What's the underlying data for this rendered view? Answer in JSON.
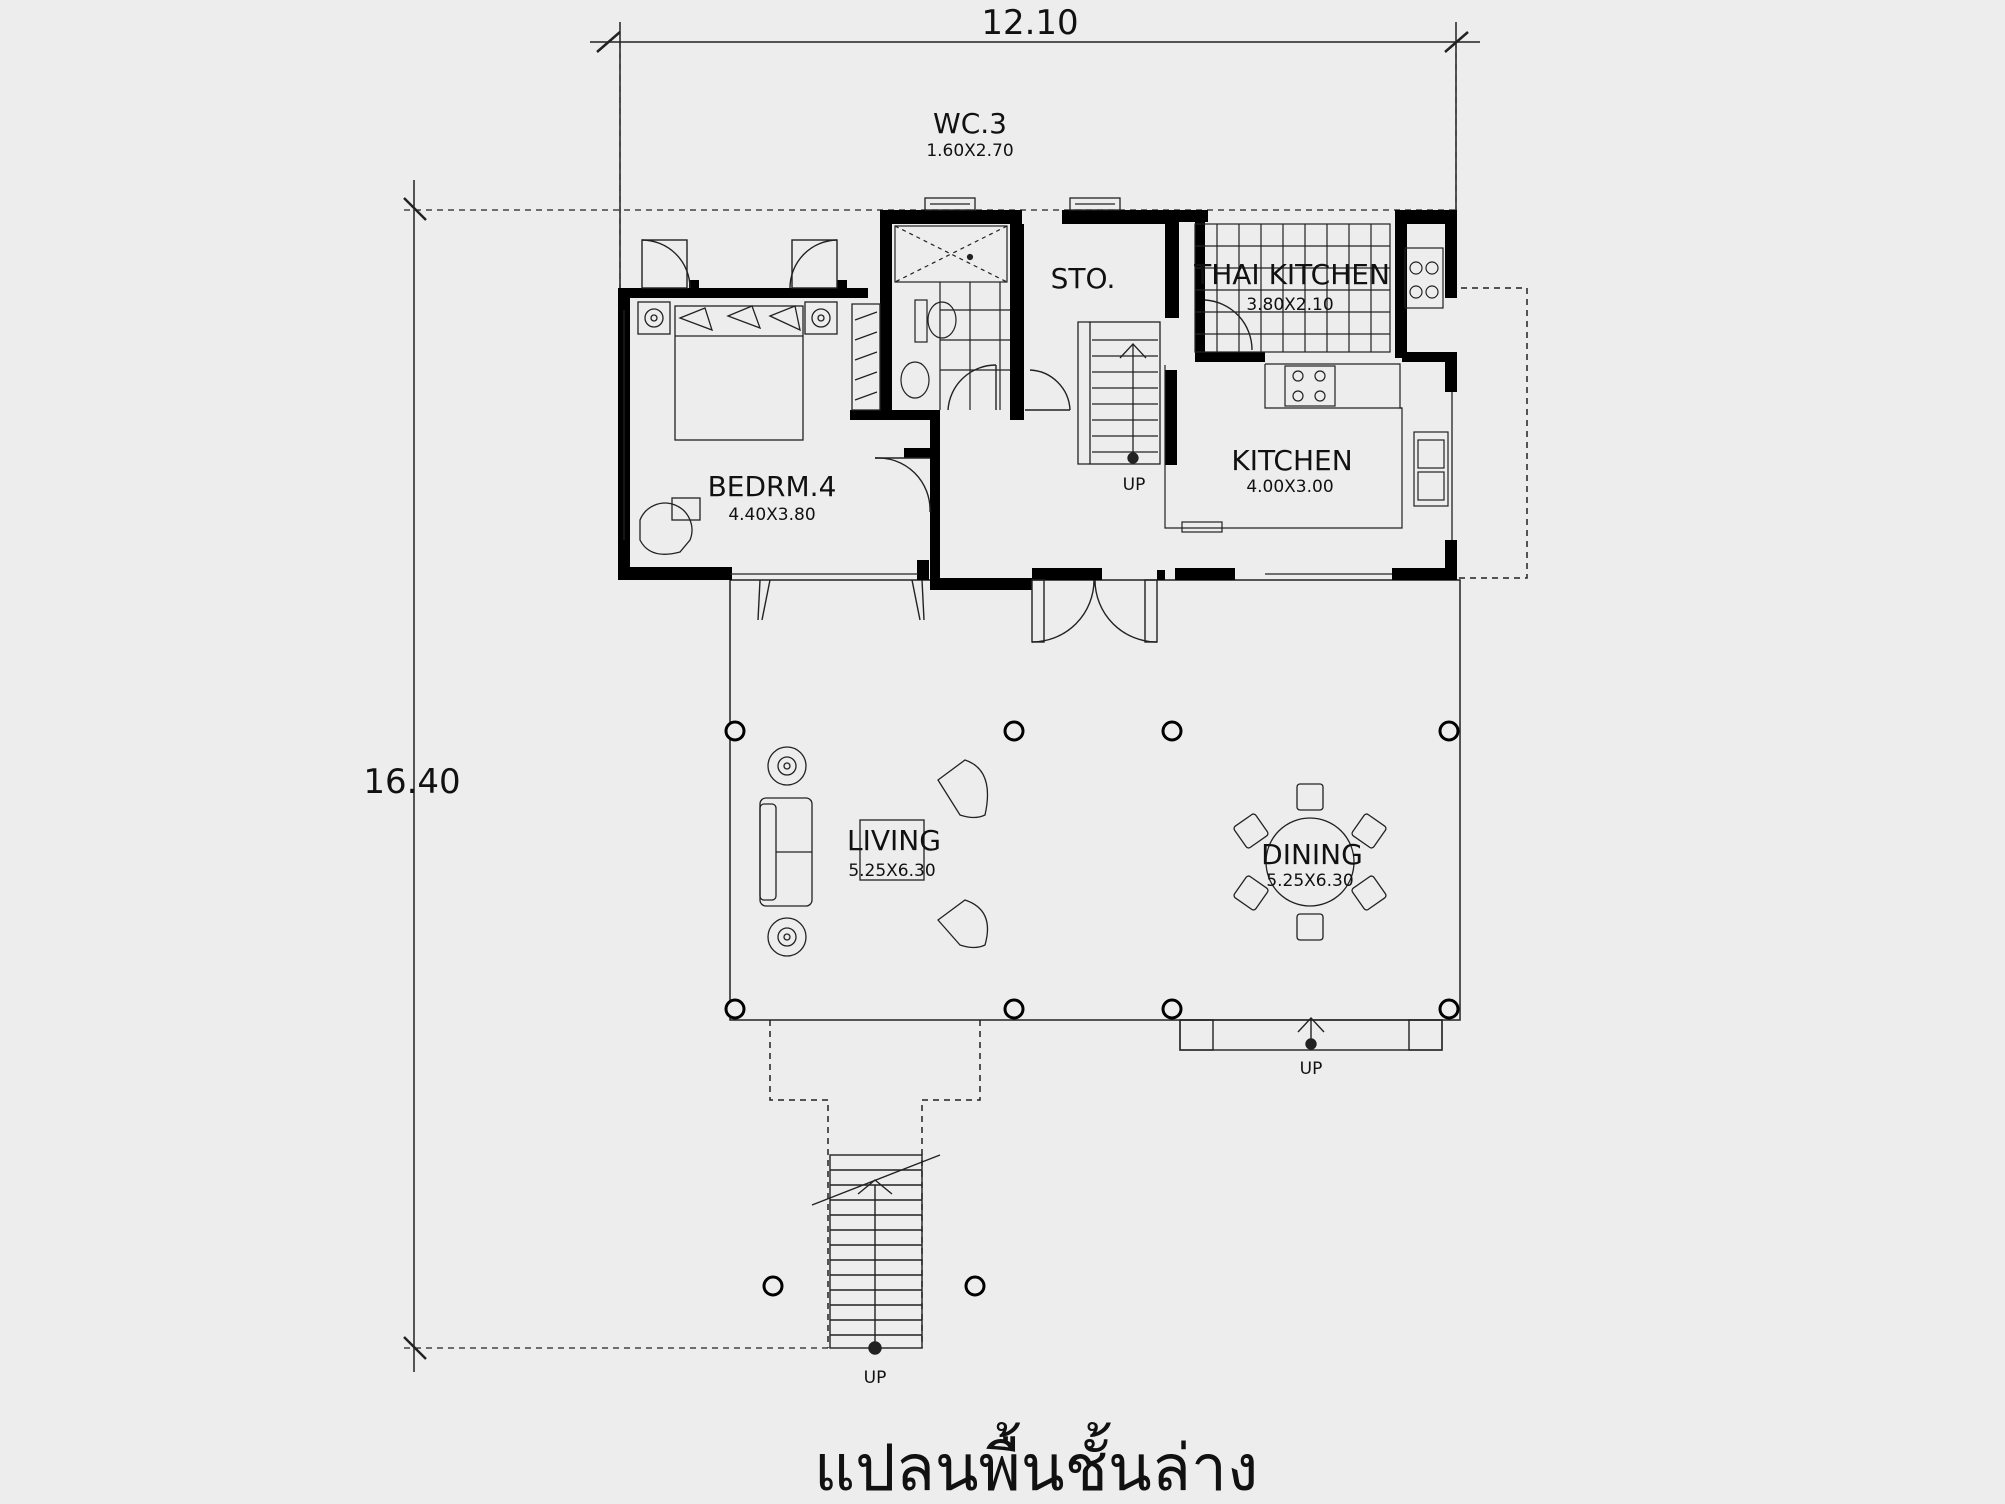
{
  "dimensions": {
    "width": "12.10",
    "depth": "16.40"
  },
  "rooms": {
    "wc": {
      "name": "WC.3",
      "size": "1.60X2.70"
    },
    "storage": {
      "name": "STO.",
      "size": ""
    },
    "thai_kitchen": {
      "name": "THAI KITCHEN",
      "size": "3.80X2.10"
    },
    "kitchen": {
      "name": "KITCHEN",
      "size": "4.00X3.00"
    },
    "bedroom": {
      "name": "BEDRM.4",
      "size": "4.40X3.80"
    },
    "living": {
      "name": "LIVING",
      "size": "5.25X6.30"
    },
    "dining": {
      "name": "DINING",
      "size": "5.25X6.30"
    }
  },
  "stair_labels": {
    "inner": "UP",
    "terrace": "UP",
    "front": "UP"
  },
  "plan_title": "แปลนพื้นชั้นล่าง",
  "colors": {
    "background": "#eeeded",
    "wall": "#000000",
    "line": "#222222"
  }
}
